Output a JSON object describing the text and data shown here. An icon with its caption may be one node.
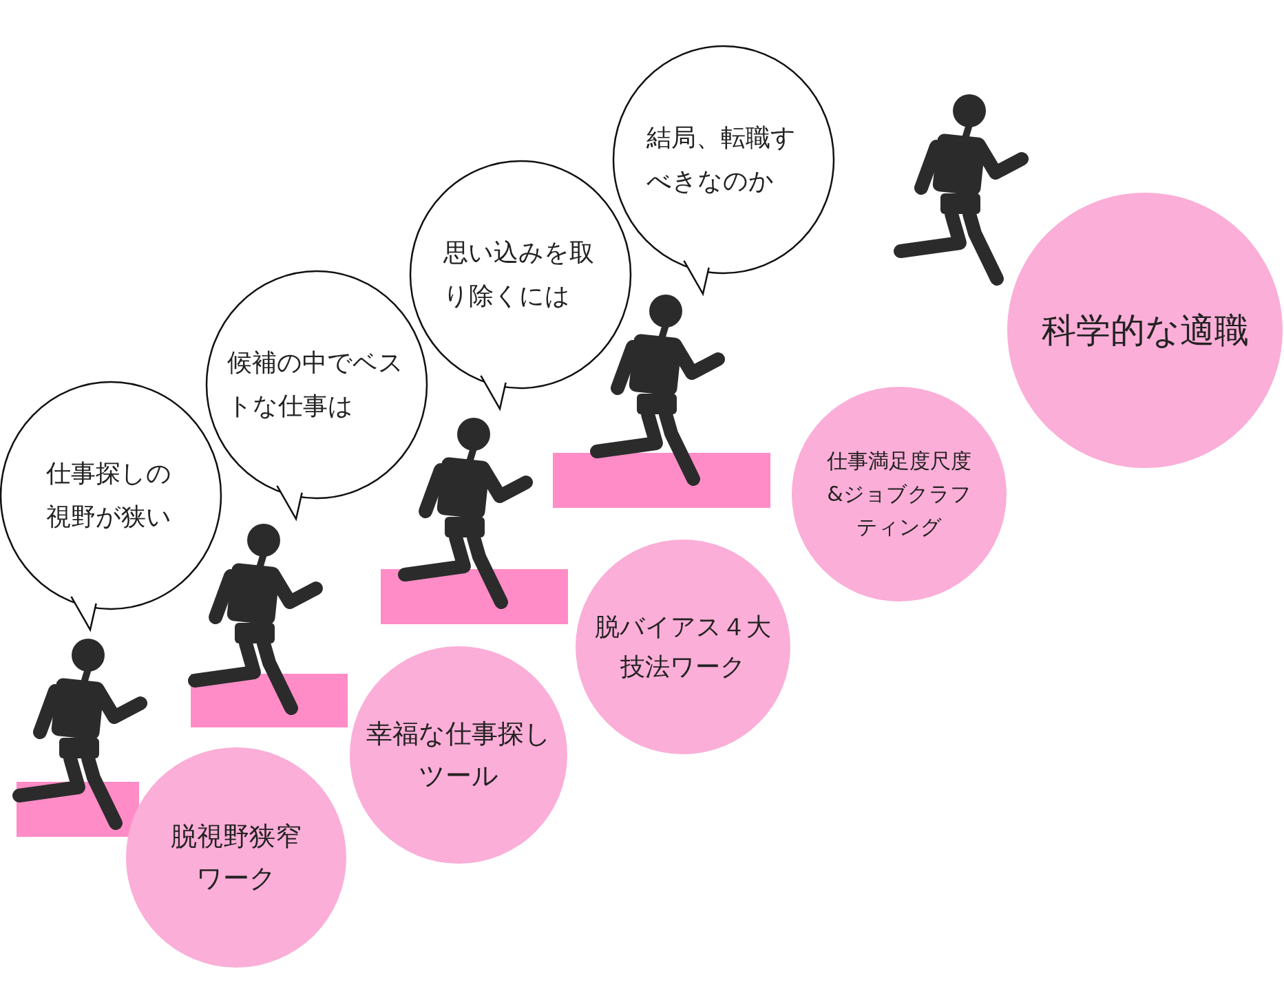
{
  "diagram": {
    "nodes": [
      {
        "text": [
          "仕事探しの視野が狭い"
        ]
      },
      {
        "text": [
          "脱視野狭窄ワーク"
        ]
      },
      {
        "text": [
          "候補の中でベストな仕事は"
        ]
      },
      {
        "text": [
          "幸福な仕事探しツール"
        ]
      },
      {
        "text": [
          "思い込みを取り除くには"
        ]
      },
      {
        "text": [
          "脱バイアス４大技法ワーク"
        ]
      },
      {
        "text": [
          "結局、転職すべきなのか"
        ]
      },
      {
        "text": [
          "仕事満足度尺度&ジョブクラフティング"
        ]
      },
      {
        "text": [
          "科学的な適職"
        ]
      },
      {
        "text": [],
        "shape": "bar"
      },
      {
        "text": [],
        "shape": "bar"
      },
      {
        "text": [],
        "shape": "bar"
      },
      {
        "text": [],
        "shape": "bar"
      }
    ]
  }
}
